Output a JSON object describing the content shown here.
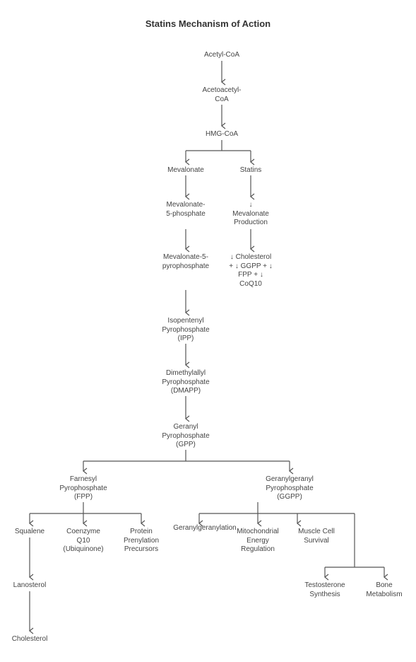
{
  "title": "Statins Mechanism of Action",
  "nodes": {
    "acetyl_coa": [
      "Acetyl-CoA"
    ],
    "acetoacetyl_coa": [
      "Acetoacetyl-",
      "CoA"
    ],
    "hmg_coa": [
      "HMG-CoA"
    ],
    "mevalonate": [
      "Mevalonate"
    ],
    "statins": [
      "Statins"
    ],
    "mevalonate_5_phosphate": [
      "Mevalonate-",
      "5-phosphate"
    ],
    "mevalonate_production": [
      "↓",
      "Mevalonate",
      "Production"
    ],
    "mevalonate_5_pyrophosphate": [
      "Mevalonate-5-",
      "pyrophosphate"
    ],
    "statin_effects": [
      "↓ Cholesterol",
      "+ ↓ GGPP + ↓",
      "FPP + ↓",
      "CoQ10"
    ],
    "ipp": [
      "Isopentenyl",
      "Pyrophosphate",
      "(IPP)"
    ],
    "dmapp": [
      "Dimethylallyl",
      "Pyrophosphate",
      "(DMAPP)"
    ],
    "gpp": [
      "Geranyl",
      "Pyrophosphate",
      "(GPP)"
    ],
    "fpp": [
      "Farnesyl",
      "Pyrophosphate",
      "(FPP)"
    ],
    "ggpp": [
      "Geranylgeranyl",
      "Pyrophosphate",
      "(GGPP)"
    ],
    "squalene": [
      "Squalene"
    ],
    "coq10": [
      "Coenzyme",
      "Q10",
      "(Ubiquinone)"
    ],
    "protein_prenylation": [
      "Protein",
      "Prenylation",
      "Precursors"
    ],
    "geranylgeranylation": [
      "Geranylgeranylation"
    ],
    "mitochondrial": [
      "Mitochondrial",
      "Energy",
      "Regulation"
    ],
    "muscle_cell": [
      "Muscle Cell",
      "Survival"
    ],
    "lanosterol": [
      "Lanosterol"
    ],
    "testosterone": [
      "Testosterone",
      "Synthesis"
    ],
    "bone": [
      "Bone",
      "Metabolism"
    ],
    "cholesterol": [
      "Cholesterol"
    ]
  }
}
